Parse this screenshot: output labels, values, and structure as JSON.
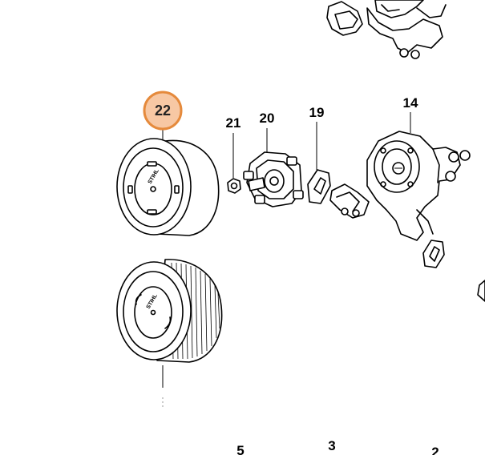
{
  "callout": {
    "number": "22",
    "ring_color": "#e58a3c",
    "fill_color": "#f7c8a4"
  },
  "part_numbers": {
    "p21": "21",
    "p20": "20",
    "p19": "19",
    "p14": "14",
    "p5": "5",
    "p3": "3",
    "p2": "2"
  },
  "filter_brand": {
    "top": "STIHL",
    "bottom": "STIHL"
  }
}
